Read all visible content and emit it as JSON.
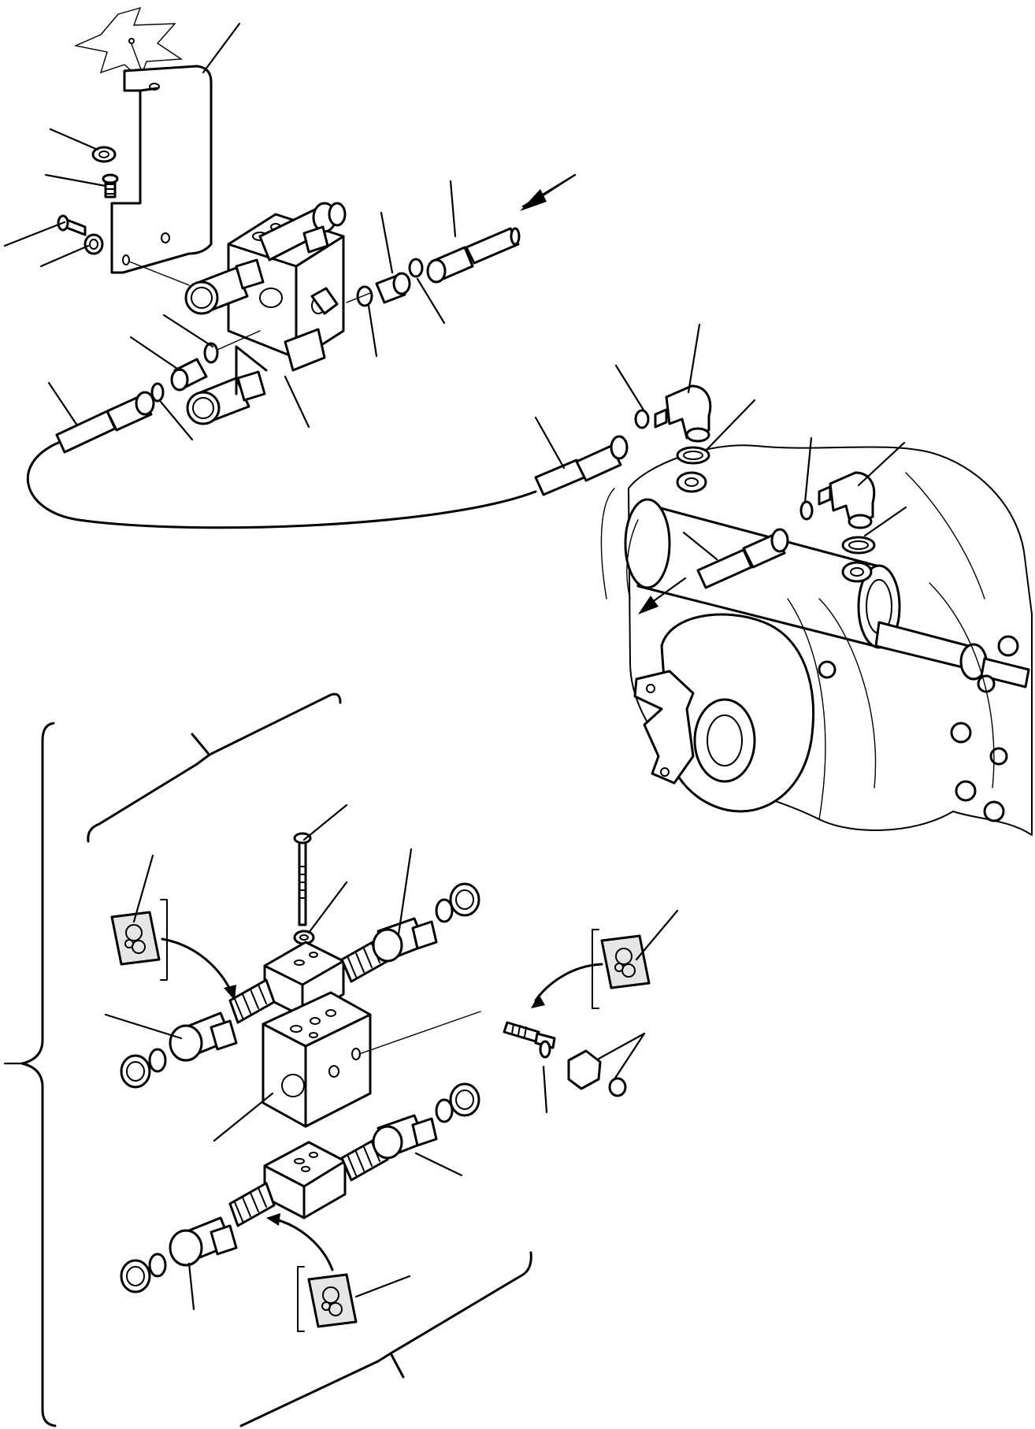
{
  "figure": {
    "type": "exploded-parts-diagram",
    "palette": {
      "ink": "#000000",
      "paper": "#ffffff",
      "shade": "#e6e6e6"
    },
    "callouts": [],
    "groups": [
      "mounting-bracket",
      "solenoid-valve-assembly",
      "hydraulic-hoses-and-fittings",
      "axle-housing",
      "valve-exploded-view"
    ],
    "icons": [
      "apply-sealant-icon",
      "flow-arrow-icon",
      "group-brace-icon"
    ]
  }
}
